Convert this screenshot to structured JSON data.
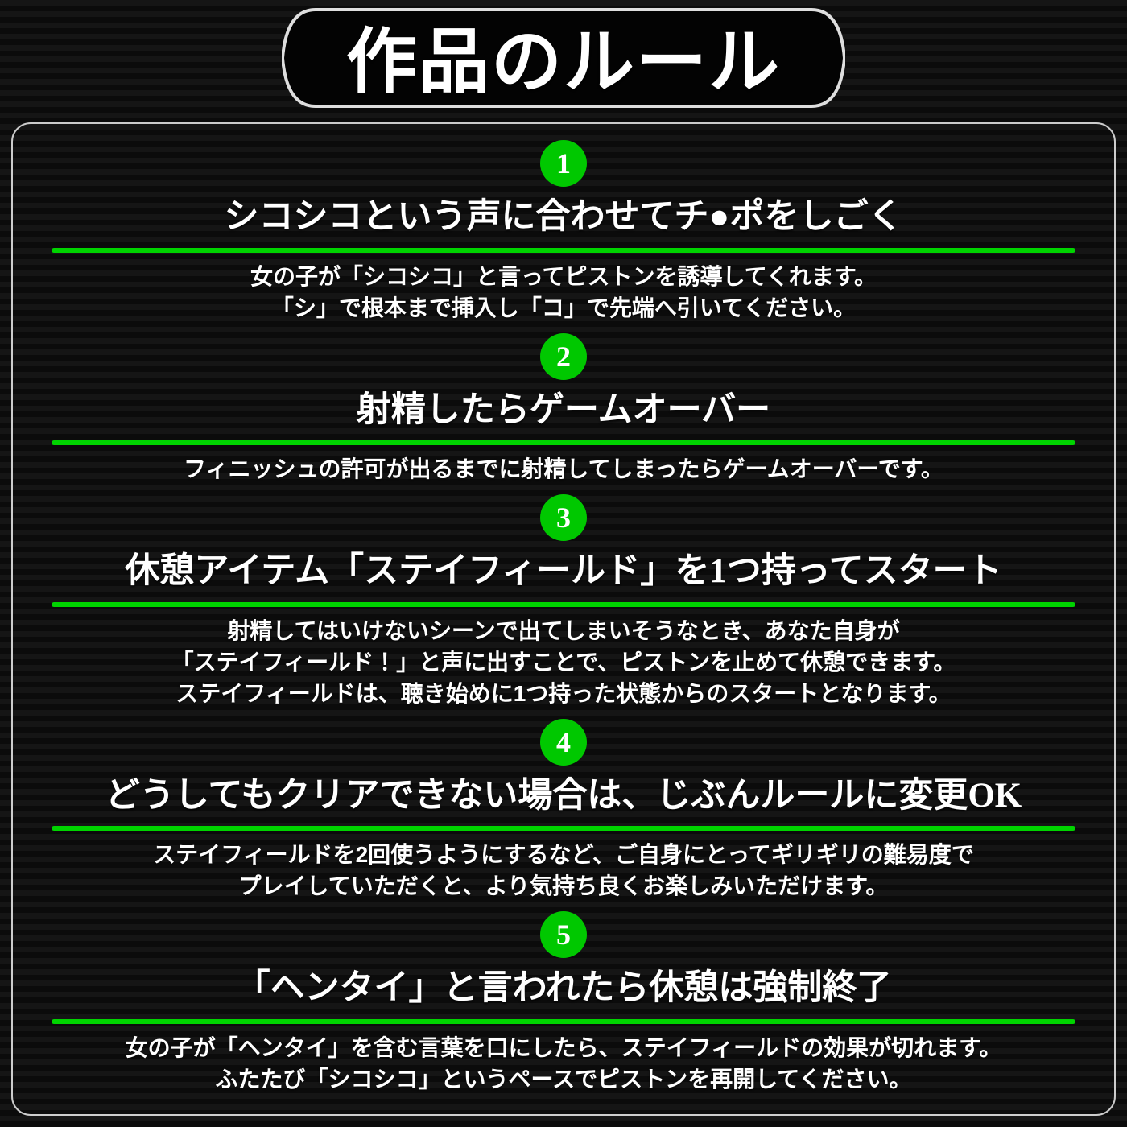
{
  "page": {
    "title": "作品のルール"
  },
  "colors": {
    "accent_green": "#00d400",
    "badge_green": "#00c800",
    "frame_border": "#cccccc",
    "text": "#ffffff",
    "background": "#0e0e0e"
  },
  "sections": [
    {
      "number": "1",
      "heading": "シコシコという声に合わせてチ●ポをしごく",
      "desc": [
        "女の子が「シコシコ」と言ってピストンを誘導してくれます。",
        "「シ」で根本まで挿入し「コ」で先端へ引いてください。"
      ]
    },
    {
      "number": "2",
      "heading": "射精したらゲームオーバー",
      "desc": [
        "フィニッシュの許可が出るまでに射精してしまったらゲームオーバーです。"
      ]
    },
    {
      "number": "3",
      "heading": "休憩アイテム「ステイフィールド」を1つ持ってスタート",
      "desc": [
        "射精してはいけないシーンで出てしまいそうなとき、あなた自身が",
        "「ステイフィールド！」と声に出すことで、ピストンを止めて休憩できます。",
        "ステイフィールドは、聴き始めに1つ持った状態からのスタートとなります。"
      ]
    },
    {
      "number": "4",
      "heading": "どうしてもクリアできない場合は、じぶんルールに変更OK",
      "desc": [
        "ステイフィールドを2回使うようにするなど、ご自身にとってギリギリの難易度で",
        "プレイしていただくと、より気持ち良くお楽しみいただけます。"
      ]
    },
    {
      "number": "5",
      "heading": "「ヘンタイ」と言われたら休憩は強制終了",
      "desc": [
        "女の子が「ヘンタイ」を含む言葉を口にしたら、ステイフィールドの効果が切れます。",
        "ふたたび「シコシコ」というペースでピストンを再開してください。"
      ]
    }
  ]
}
